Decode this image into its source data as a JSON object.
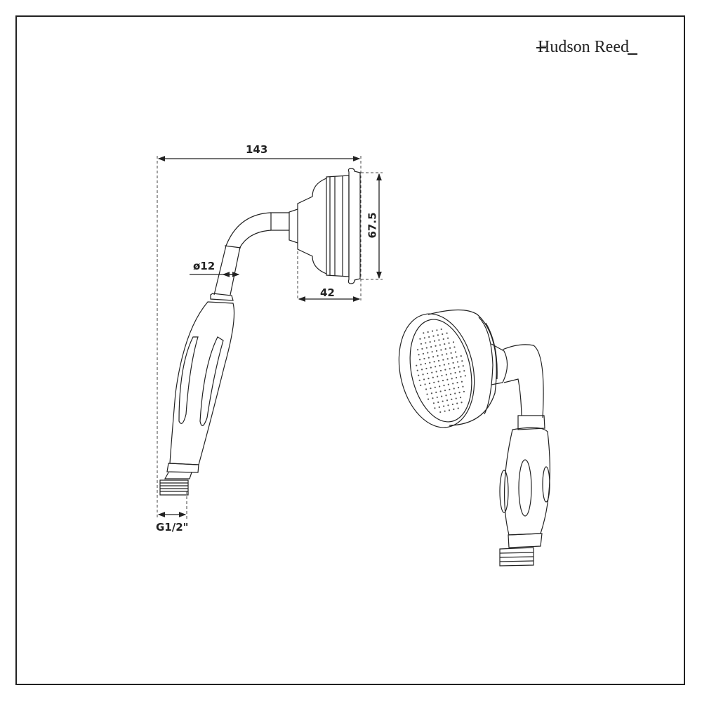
{
  "brand": {
    "logo_text": "Hudson Reed"
  },
  "dimensions": {
    "overall_length": "143",
    "head_diameter": "67.5",
    "head_depth": "42",
    "hose_diameter": "ø12",
    "thread": "G1/2\""
  }
}
